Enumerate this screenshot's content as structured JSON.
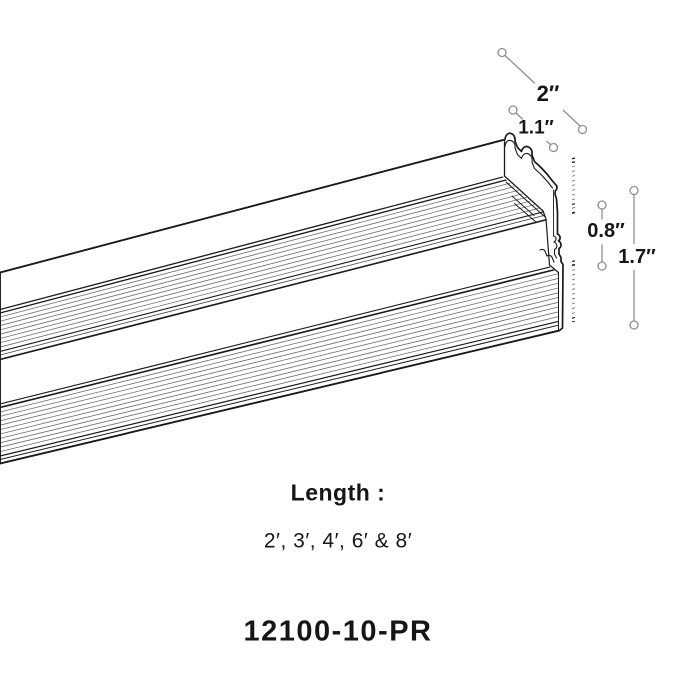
{
  "diagram": {
    "dim_top_width": "2″",
    "dim_lip_width": "1.1″",
    "dim_inner_height": "0.8″",
    "dim_overall_height": "1.7″",
    "length_label": "Length :",
    "length_options": "2′, 3′, 4′, 6′ & 8′",
    "part_number": "12100-10-PR"
  },
  "colors": {
    "ink": "#1a1a1a",
    "dimension_gray": "#8f8f8f",
    "rib_gray": "#6e6e6e",
    "background": "#ffffff"
  }
}
